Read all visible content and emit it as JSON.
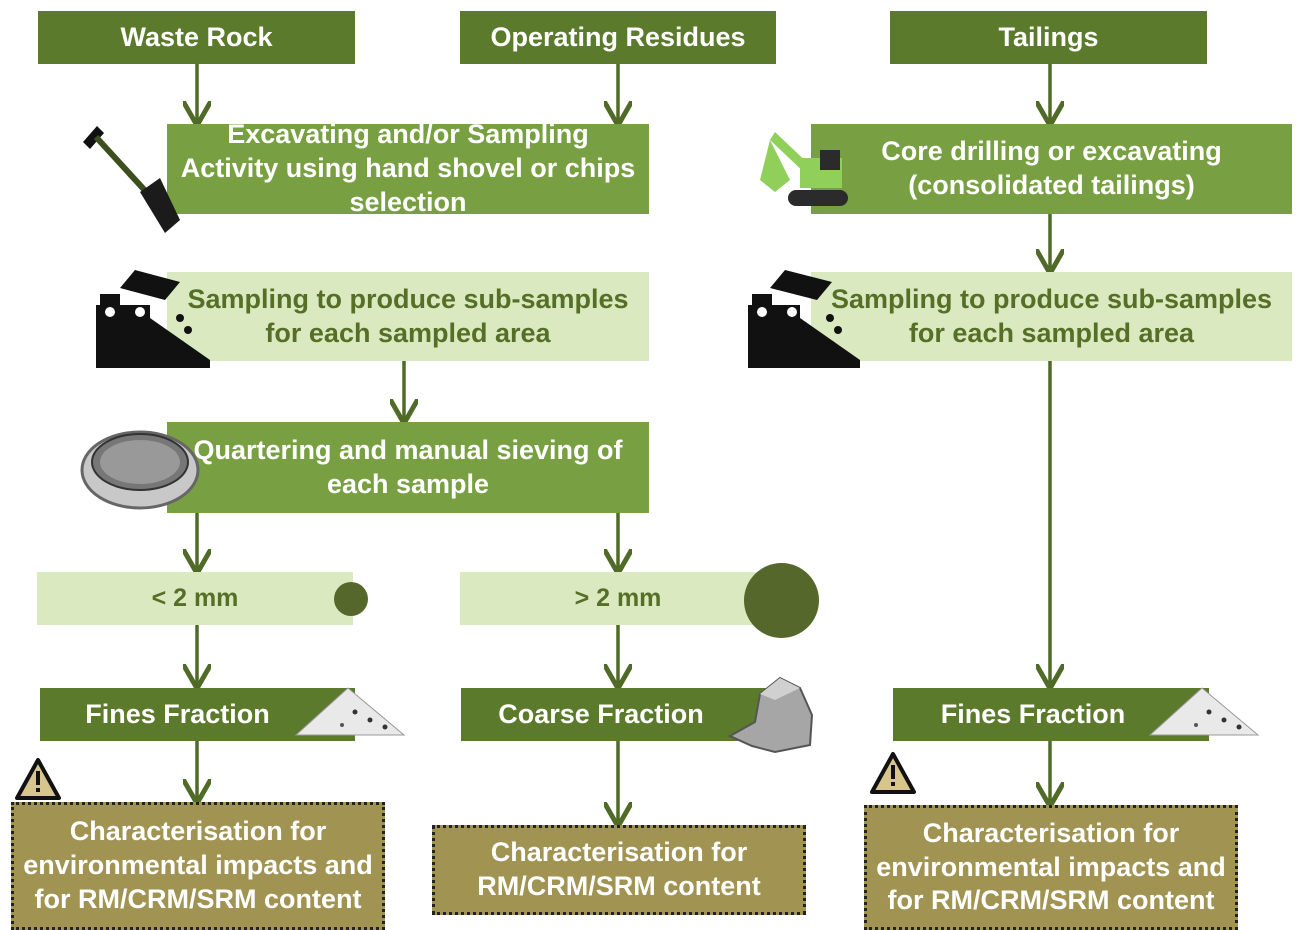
{
  "sources": {
    "waste_rock": "Waste Rock",
    "operating_residues": "Operating Residues",
    "tailings": "Tailings"
  },
  "left_flow": {
    "excavating": "Excavating and/or Sampling Activity using hand shovel or chips selection",
    "sampling": "Sampling to produce sub-samples for each sampled area",
    "quartering": "Quartering and manual sieving of each sample",
    "fine_size": "< 2 mm",
    "coarse_size": "> 2 mm",
    "fines_fraction": "Fines Fraction",
    "coarse_fraction": "Coarse Fraction",
    "char_fines": "Characterisation for environmental impacts and for RM/CRM/SRM content",
    "char_coarse": "Characterisation for RM/CRM/SRM content"
  },
  "right_flow": {
    "core_drilling": "Core drilling or excavating (consolidated tailings)",
    "sampling": "Sampling to produce sub-samples for each sampled area",
    "fines_fraction": "Fines Fraction",
    "char_fines": "Characterisation for environmental impacts and for RM/CRM/SRM content"
  },
  "icons": [
    "shovel-icon",
    "excavator-icon",
    "dump-truck-icon",
    "sieve-icon",
    "fines-pile-icon",
    "rock-icon",
    "warning-icon"
  ],
  "colors": {
    "dark_green": "#5b7a2c",
    "mid_green": "#78a042",
    "light_green": "#dbe9c0",
    "characterisation": "#a19352",
    "arrow": "#4f6b27"
  }
}
